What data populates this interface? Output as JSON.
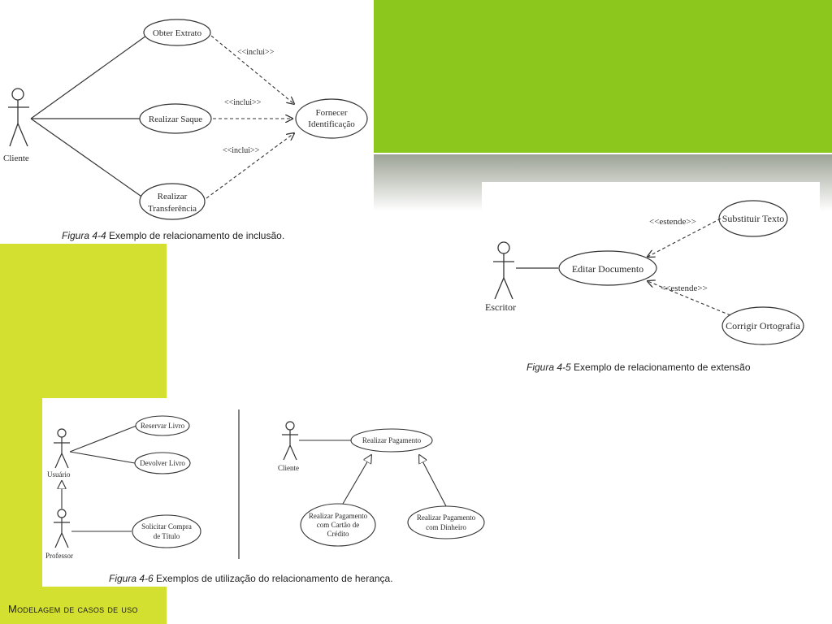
{
  "diagram1": {
    "actor": "Cliente",
    "use_cases": [
      "Obter Extrato",
      "Realizar Saque",
      "Realizar",
      "Transferência"
    ],
    "target": [
      "Fornecer",
      "Identificação"
    ],
    "relation": "<<inclui>>",
    "caption_prefix": "Figura 4-4",
    "caption_text": " Exemplo de relacionamento de inclusão."
  },
  "diagram2": {
    "actor": "Escritor",
    "main": "Editar Documento",
    "ext1": "Substituir Texto",
    "ext2": "Corrigir Ortografia",
    "relation": "<<estende>>",
    "caption_prefix": "Figura 4-5",
    "caption_text": " Exemplo de relacionamento de extensão"
  },
  "diagram3": {
    "actor_user": "Usuário",
    "actor_prof": "Professor",
    "uc_reservar": "Reservar Livro",
    "uc_devolver": "Devolver Livro",
    "uc_solicitar": [
      "Solicitar Compra",
      "de Título"
    ],
    "actor_client": "Cliente",
    "uc_pagamento": "Realizar Pagamento",
    "uc_cartao": [
      "Realizar Pagamento",
      "com Cartão de",
      "Crédito"
    ],
    "uc_dinheiro": [
      "Realizar Pagamento",
      "com Dinheiro"
    ],
    "caption_prefix": "Figura 4-6",
    "caption_text": " Exemplos de utilização do relacionamento de herança."
  },
  "footer": "Modelagem de casos de uso"
}
